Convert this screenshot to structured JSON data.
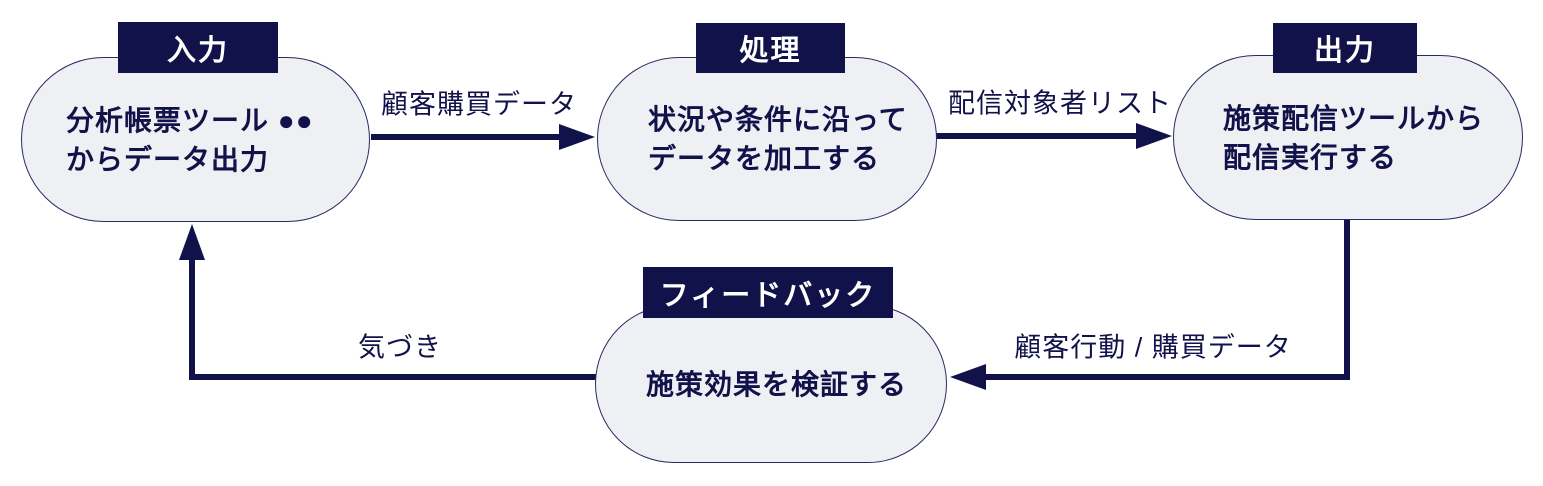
{
  "diagram": {
    "nodes": [
      {
        "id": "input",
        "tag": "入力",
        "text": "分析帳票ツール ●●\nからデータ出力"
      },
      {
        "id": "process",
        "tag": "処理",
        "text": "状況や条件に沿って\nデータを加工する"
      },
      {
        "id": "output",
        "tag": "出力",
        "text": "施策配信ツールから\n配信実行する"
      },
      {
        "id": "feedback",
        "tag": "フィードバック",
        "text": "施策効果を検証する"
      }
    ],
    "edges": [
      {
        "from": "input",
        "to": "process",
        "label": "顧客購買データ"
      },
      {
        "from": "process",
        "to": "output",
        "label": "配信対象者リスト"
      },
      {
        "from": "output",
        "to": "feedback",
        "label": "顧客行動 / 購買データ"
      },
      {
        "from": "feedback",
        "to": "input",
        "label": "気づき"
      }
    ],
    "colors": {
      "navy": "#12124a",
      "pill_fill": "#eff0f3",
      "pill_border": "#2a2a63",
      "tag_text": "#ffffff"
    }
  }
}
